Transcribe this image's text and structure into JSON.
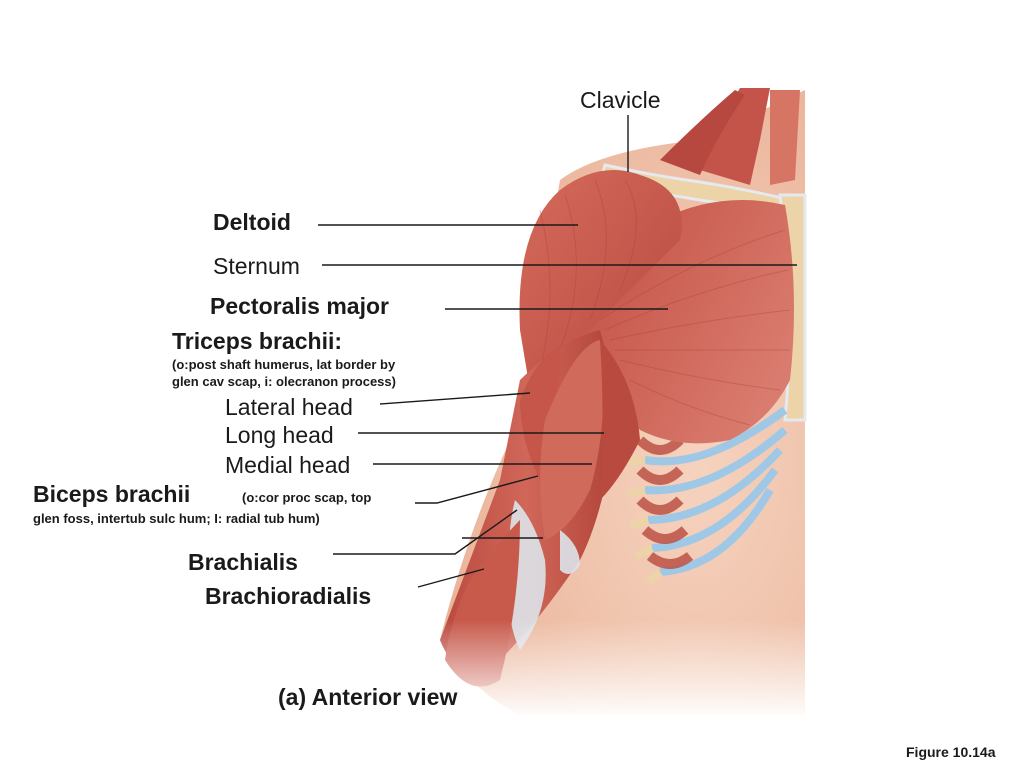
{
  "figure": {
    "caption": "(a) Anterior view",
    "figure_number": "Figure 10.14a"
  },
  "labels": {
    "clavicle": "Clavicle",
    "deltoid": "Deltoid",
    "sternum": "Sternum",
    "pectoralis_major": "Pectoralis major",
    "triceps_title": "Triceps brachii:",
    "triceps_note_line1": "(o:post shaft humerus, lat border by",
    "triceps_note_line2": "glen cav scap, i: olecranon process)",
    "lateral_head": "Lateral head",
    "long_head": "Long head",
    "medial_head": "Medial head",
    "biceps_title": "Biceps brachii",
    "biceps_note_line1": "(o:cor proc scap, top",
    "biceps_note_line2": "glen foss, intertub sulc hum; I: radial tub hum)",
    "brachialis": "Brachialis",
    "brachioradialis": "Brachioradialis"
  },
  "colors": {
    "skin": "#f2c2a8",
    "muscle": "#c8574a",
    "muscle_dark": "#a83f36",
    "muscle_light": "#d9786a",
    "bone": "#ecd3a8",
    "cartilage": "#9fc8e6",
    "tendon": "#dde3ea",
    "leader_line": "#1a1a1a"
  }
}
